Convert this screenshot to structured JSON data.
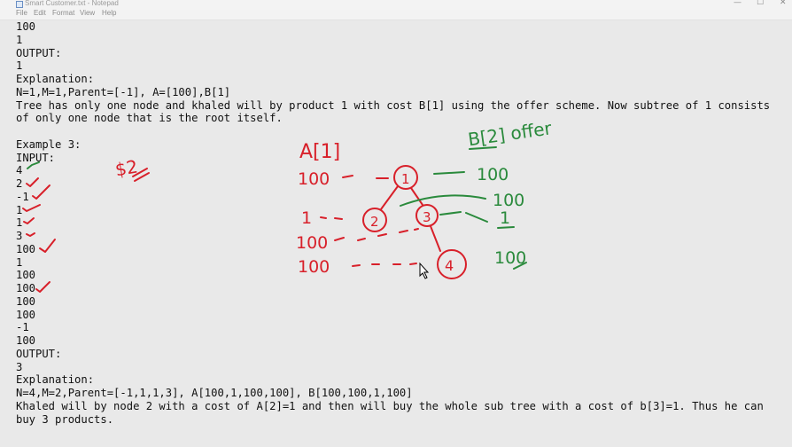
{
  "window": {
    "title": "Smart Customer.txt - Notepad",
    "minimize_glyph": "—",
    "maximize_glyph": "☐",
    "close_glyph": "✕"
  },
  "menu": [
    "File",
    "Edit",
    "Format",
    "View",
    "Help"
  ],
  "editor": {
    "lines": [
      "100",
      "1",
      "OUTPUT:",
      "1",
      "Explanation:",
      "N=1,M=1,Parent=[-1], A=[100],B[1]",
      "Tree has only one node and khaled will by product 1 with cost B[1] using the offer scheme. Now subtree of 1 consists",
      "of only one node that is the root itself.",
      "",
      "Example 3:",
      "INPUT:",
      "4",
      "2",
      "-1",
      "1",
      "1",
      "3",
      "100",
      "1",
      "100",
      "100",
      "100",
      "100",
      "-1",
      "100",
      "OUTPUT:",
      "3",
      "Explanation:",
      "N=4,M=2,Parent=[-1,1,1,3], A[100,1,100,100], B[100,100,1,100]",
      "Khaled will by node 2 with a cost of A[2]=1 and then will buy the whole sub tree with a cost of b[3]=1. Thus he can",
      "buy 3 products."
    ]
  },
  "annotations": {
    "ink_colors": {
      "red": "#d8202a",
      "green": "#2a8a3c"
    },
    "margin_note": "$2",
    "a_header": "A[1]",
    "b_header": "B[2] offer",
    "a_values": [
      "100",
      "1",
      "100",
      "100"
    ],
    "b_values": [
      "100",
      "100",
      "1",
      "100"
    ],
    "tree_nodes": [
      "1",
      "2",
      "3",
      "4"
    ]
  }
}
